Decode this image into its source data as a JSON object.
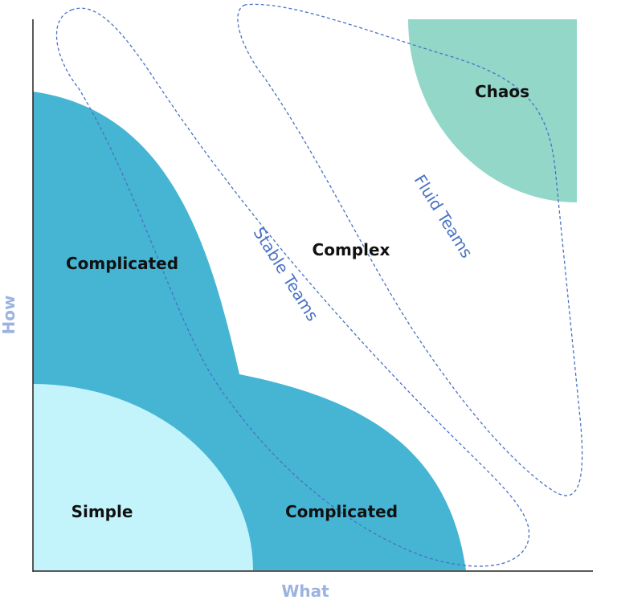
{
  "axes": {
    "x_label": "What",
    "y_label": "How"
  },
  "regions": {
    "simple": "Simple",
    "complicated_top": "Complicated",
    "complicated_bottom": "Complicated",
    "complex": "Complex",
    "chaos": "Chaos"
  },
  "teams": {
    "stable": "Stable Teams",
    "fluid": "Fluid Teams"
  },
  "colors": {
    "simple_fill": "#c3f3fb",
    "complicated_fill": "#45b5d3",
    "chaos_fill": "#93d7c9",
    "dashed_outline": "#4a72c4",
    "axis_line": "#222222",
    "axis_label": "#9bb3e0"
  }
}
